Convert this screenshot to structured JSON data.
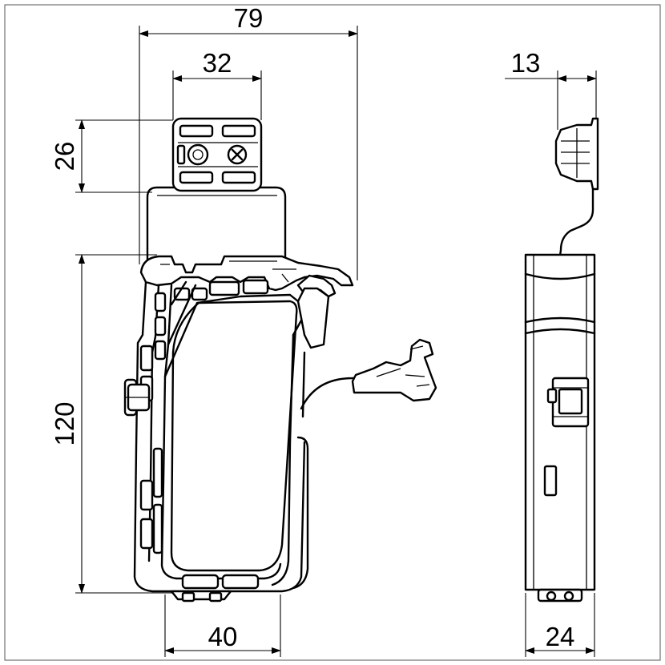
{
  "dimensions": {
    "overall_width": "79",
    "clip_width": "32",
    "clip_height": "26",
    "body_height": "120",
    "base_width": "40",
    "side_clip_depth": "13",
    "side_depth": "24"
  }
}
